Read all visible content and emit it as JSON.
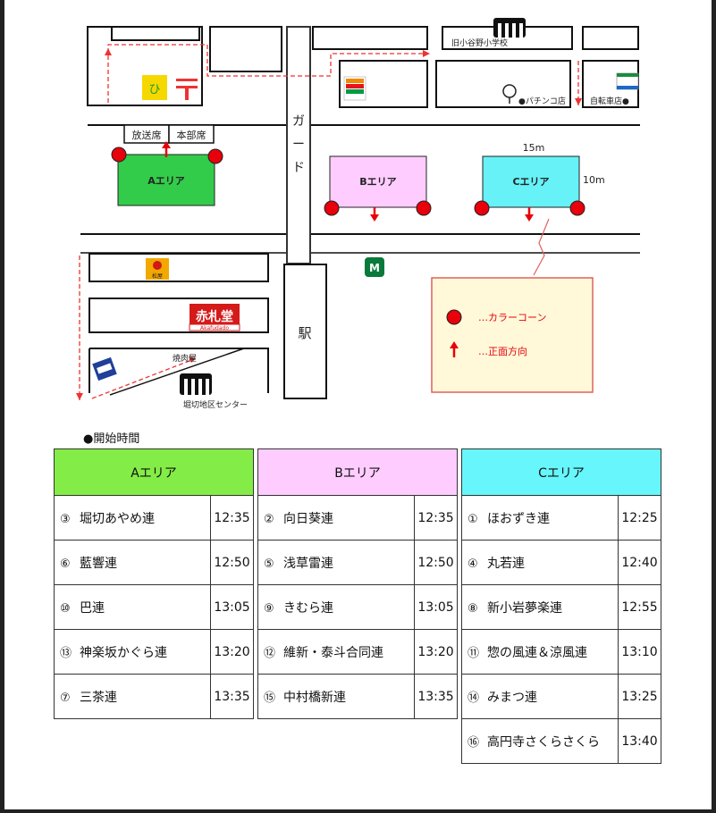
{
  "map": {
    "guard_label": [
      "ガ",
      "ー",
      "ド"
    ],
    "station_label": "駅",
    "old_school_label": "旧小谷野小学校",
    "pachinko_label": "●パチンコ店",
    "bike_shop_label": "自転車店●",
    "broadcast_booth_label": "放送席",
    "hq_booth_label": "本部席",
    "yakiniku_label": "焼肉屋",
    "community_center_label": "堀切地区センター",
    "akafudado_sign": "赤札堂",
    "akafudado_sub": "Akafudado",
    "matsuya_label": "松屋",
    "daily_label": "ひ",
    "areas": {
      "a": "Aエリア",
      "b": "Bエリア",
      "c": "Cエリア"
    },
    "dim_width": "15m",
    "dim_height": "10m",
    "legend": {
      "cone_label": "…カラーコーン",
      "direction_label": "…正面方向"
    },
    "colors": {
      "area_a": "#33cc4a",
      "area_b": "#ffccff",
      "area_c": "#66f2f7",
      "cone": "#e8000b",
      "legend_bg": "#fff9d9",
      "legend_border": "#e0615a"
    }
  },
  "schedule": {
    "heading": "●開始時間",
    "tables": [
      {
        "header": "Aエリア",
        "color": "#84ec46",
        "rows": [
          {
            "num": "③",
            "name": "堀切あやめ連",
            "time": "12:35"
          },
          {
            "num": "⑥",
            "name": "藍響連",
            "time": "12:50"
          },
          {
            "num": "⑩",
            "name": "巴連",
            "time": "13:05"
          },
          {
            "num": "⑬",
            "name": "神楽坂かぐら連",
            "time": "13:20"
          },
          {
            "num": "⑦",
            "name": "三茶連",
            "time": "13:35"
          }
        ]
      },
      {
        "header": "Bエリア",
        "color": "#ffccff",
        "rows": [
          {
            "num": "②",
            "name": "向日葵連",
            "time": "12:35"
          },
          {
            "num": "⑤",
            "name": "浅草雷連",
            "time": "12:50"
          },
          {
            "num": "⑨",
            "name": "きむら連",
            "time": "13:05"
          },
          {
            "num": "⑫",
            "name": "維新・泰斗合同連",
            "time": "13:20"
          },
          {
            "num": "⑮",
            "name": "中村橋新連",
            "time": "13:35"
          }
        ]
      },
      {
        "header": "Cエリア",
        "color": "#66f6fb",
        "rows": [
          {
            "num": "①",
            "name": "ほおずき連",
            "time": "12:25"
          },
          {
            "num": "④",
            "name": "丸若連",
            "time": "12:40"
          },
          {
            "num": "⑧",
            "name": "新小岩夢楽連",
            "time": "12:55"
          },
          {
            "num": "⑪",
            "name": "惣の風連＆涼風連",
            "time": "13:10"
          },
          {
            "num": "⑭",
            "name": "みまつ連",
            "time": "13:25"
          },
          {
            "num": "⑯",
            "name": "高円寺さくらさくら",
            "time": "13:40"
          }
        ]
      }
    ]
  }
}
